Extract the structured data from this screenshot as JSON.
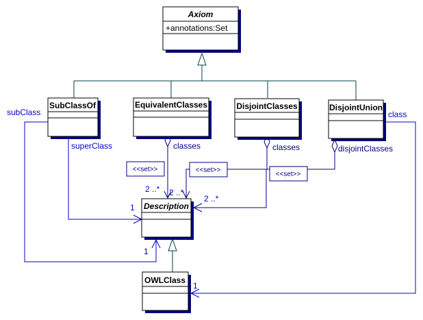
{
  "colors": {
    "assoc_line": "#0000cc",
    "aggregation_line": "#000080",
    "generalization_line": "#004040",
    "box_shadow": "#000080",
    "box_border": "#000000",
    "background": "#ffffff"
  },
  "classes": {
    "axiom": {
      "name": "Axiom",
      "abstract": true,
      "attributes": [
        "+annotations:Set"
      ]
    },
    "subclassof": {
      "name": "SubClassOf",
      "abstract": false,
      "attributes": []
    },
    "equivalentclasses": {
      "name": "EquivalentClasses",
      "abstract": false,
      "attributes": []
    },
    "disjointclasses": {
      "name": "DisjointClasses",
      "abstract": false,
      "attributes": []
    },
    "disjointunion": {
      "name": "DisjointUnion",
      "abstract": false,
      "attributes": []
    },
    "description": {
      "name": "Description",
      "abstract": true,
      "attributes": []
    },
    "owlclass": {
      "name": "OWLClass",
      "abstract": false,
      "attributes": []
    }
  },
  "generalizations": [
    {
      "child": "SubClassOf",
      "parent": "Axiom"
    },
    {
      "child": "EquivalentClasses",
      "parent": "Axiom"
    },
    {
      "child": "DisjointClasses",
      "parent": "Axiom"
    },
    {
      "child": "DisjointUnion",
      "parent": "Axiom"
    },
    {
      "child": "OWLClass",
      "parent": "Description"
    }
  ],
  "associations": {
    "subclass": {
      "from": "SubClassOf",
      "to": "Description",
      "role": "subClass",
      "multiplicity": "1"
    },
    "superclass": {
      "from": "SubClassOf",
      "to": "Description",
      "role": "superClass",
      "multiplicity": "1"
    },
    "equiv_classes": {
      "from": "EquivalentClasses",
      "to": "Description",
      "role": "classes",
      "multiplicity": "2 ..*",
      "stereotype": "<<set>>",
      "kind": "aggregation"
    },
    "disjoint_classes": {
      "from": "DisjointClasses",
      "to": "Description",
      "role": "classes",
      "multiplicity": "2 ..*",
      "stereotype": "<<set>>",
      "kind": "aggregation"
    },
    "disjoint_union_classes": {
      "from": "DisjointUnion",
      "to": "Description",
      "role": "disjointClasses",
      "multiplicity": "2 ..*",
      "stereotype": "<<set>>",
      "kind": "aggregation"
    },
    "disjoint_union_class": {
      "from": "DisjointUnion",
      "to": "OWLClass",
      "role": "class",
      "multiplicity": "1"
    }
  }
}
